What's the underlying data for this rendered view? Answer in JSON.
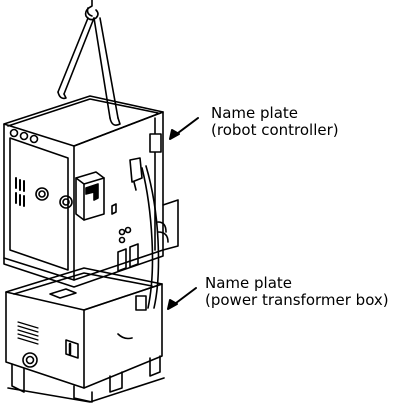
{
  "labels": {
    "controller": {
      "line1": "Name plate",
      "line2": "(robot controller)"
    },
    "transformer": {
      "line1": "Name plate",
      "line2": "(power transformer box)"
    }
  }
}
